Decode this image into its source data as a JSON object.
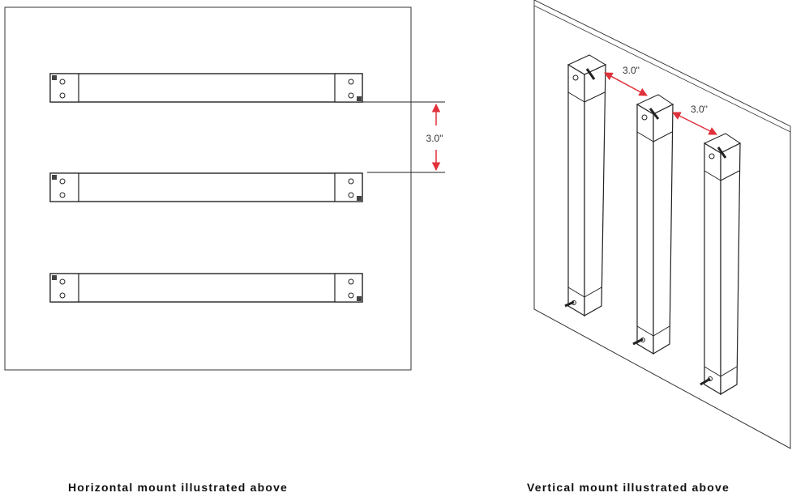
{
  "horizontal": {
    "spacing_label": "3.0\"",
    "caption": "Horizontal mount illustrated above"
  },
  "vertical": {
    "spacing_label_1": "3.0\"",
    "spacing_label_2": "3.0\"",
    "caption": "Vertical mount illustrated above"
  },
  "colors": {
    "outline": "#222222",
    "dimension_arrow": "#e0313a",
    "panel_edge": "#555555"
  }
}
